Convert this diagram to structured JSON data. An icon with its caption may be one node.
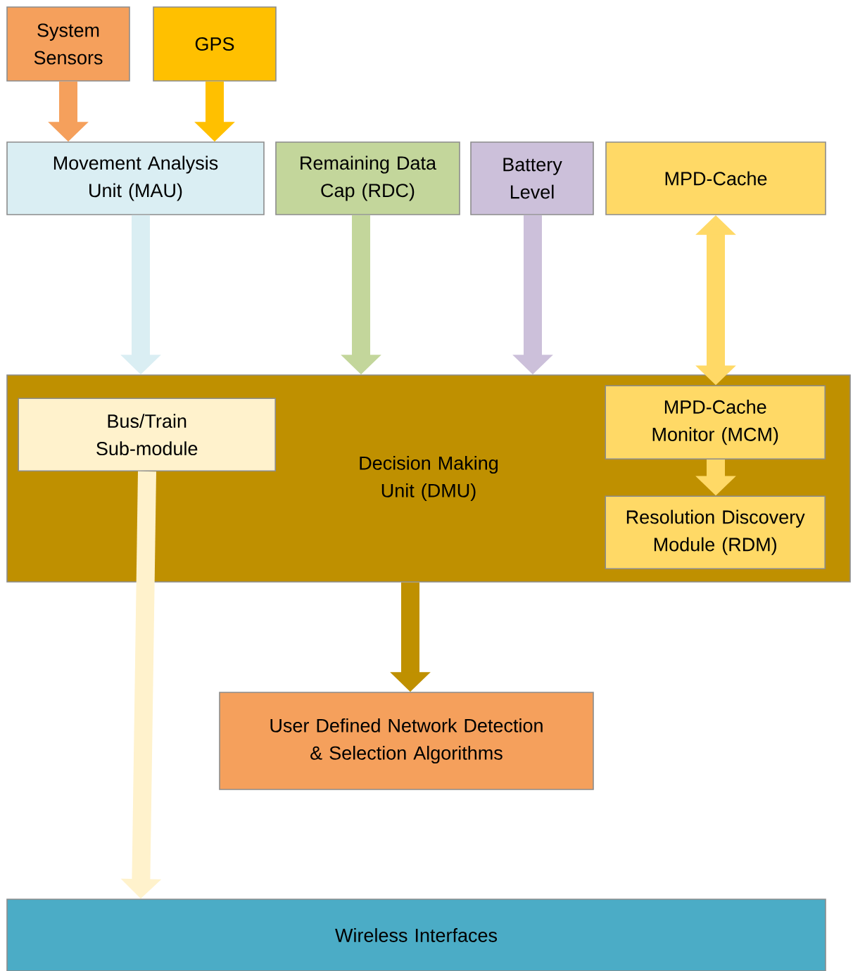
{
  "diagram": {
    "nodes": [
      {
        "text": [
          "System Sensors"
        ]
      },
      {
        "text": [
          "GPS"
        ]
      },
      {
        "text": [
          "Movement Analysis Unit (MAU)"
        ]
      },
      {
        "text": [
          "Remaining Data Cap (RDC)"
        ]
      },
      {
        "text": [
          "Battery Level"
        ]
      },
      {
        "text": [
          "MPD-Cache"
        ]
      },
      {
        "text": [
          "Decision Making Unit (DMU)"
        ]
      },
      {
        "text": [
          "Bus/Train Sub-module"
        ],
        "in": 6
      },
      {
        "text": [
          "MPD-Cache Monitor (MCM)"
        ],
        "in": 6
      },
      {
        "text": [
          "Resolution Discovery Module (RDM)"
        ],
        "in": 6
      },
      {
        "text": [
          "User Defined Network Detection & Selection Algorithms"
        ]
      },
      {
        "text": [
          "Wireless Interfaces"
        ]
      }
    ],
    "edges": [
      {
        "from": 0,
        "to": 2,
        "arrow": "to",
        "color": "#f5a05c"
      },
      {
        "from": 1,
        "to": 2,
        "arrow": "to",
        "color": "#ffc000"
      },
      {
        "from": 2,
        "to": 6,
        "arrow": "to",
        "color": "#daeef3"
      },
      {
        "from": 3,
        "to": 6,
        "arrow": "to",
        "color": "#c3d69b"
      },
      {
        "from": 4,
        "to": 6,
        "arrow": "to",
        "color": "#ccc0da"
      },
      {
        "from": 5,
        "to": 8,
        "arrow": "both",
        "color": "#ffd966"
      },
      {
        "from": 8,
        "to": 9,
        "arrow": "to",
        "color": "#ffd966"
      },
      {
        "from": 6,
        "to": 10,
        "arrow": "to",
        "color": "#bf9000"
      },
      {
        "from": 7,
        "to": 11,
        "arrow": "to",
        "color": "#fff2cc"
      }
    ]
  }
}
